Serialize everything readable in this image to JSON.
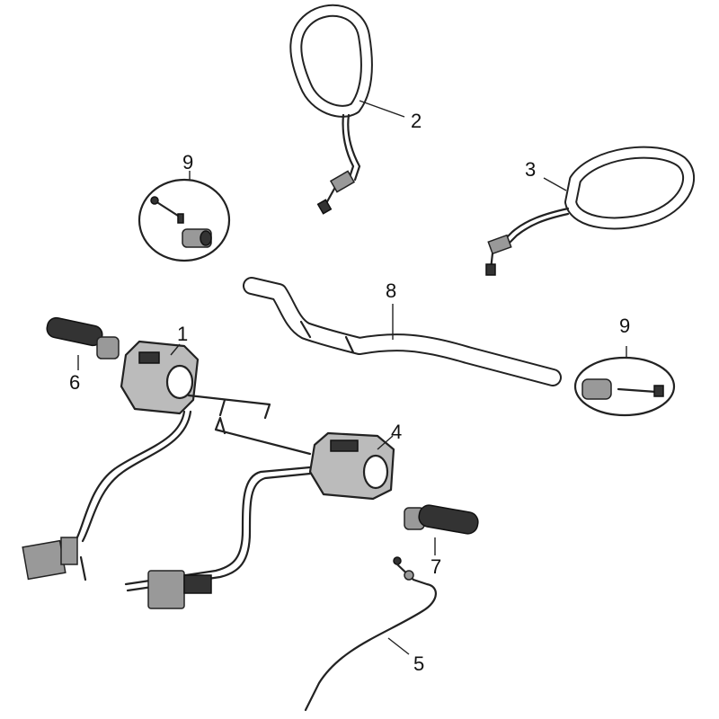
{
  "diagram": {
    "callouts": [
      {
        "id": "1",
        "part": "left-switch-housing"
      },
      {
        "id": "2",
        "part": "left-mirror"
      },
      {
        "id": "3",
        "part": "right-mirror"
      },
      {
        "id": "4",
        "part": "right-switch-housing"
      },
      {
        "id": "5",
        "part": "throttle-cable"
      },
      {
        "id": "6",
        "part": "left-grip"
      },
      {
        "id": "7",
        "part": "right-grip"
      },
      {
        "id": "8",
        "part": "handlebar"
      },
      {
        "id": "9",
        "part": "bar-end-weight-left"
      },
      {
        "id": "9",
        "part": "bar-end-weight-right"
      }
    ],
    "colors": {
      "line": "#222222",
      "background": "#ffffff"
    }
  }
}
